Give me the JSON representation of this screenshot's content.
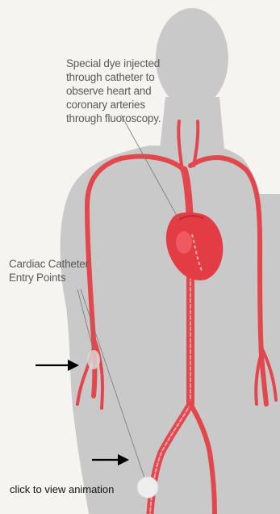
{
  "labels": {
    "dye_note": "Special dye injected\nthrough catheter to\nobserve heart and\ncoronary arteries\nthrough fluoroscopy.",
    "entry_points": "Cardiac Catheter\nEntry Points"
  },
  "animation_link": "click to view animation",
  "colors": {
    "background": "#f6f4f1",
    "body_silhouette": "#c9c9c9",
    "vessel": "#e2474d",
    "heart": "#e33c45",
    "arrow": "#000000",
    "label_text": "#5a5a5a"
  },
  "icons": {
    "arrows": [
      "arrow-right-icon",
      "arrow-right-icon"
    ],
    "play_indicator": "circle-icon"
  }
}
